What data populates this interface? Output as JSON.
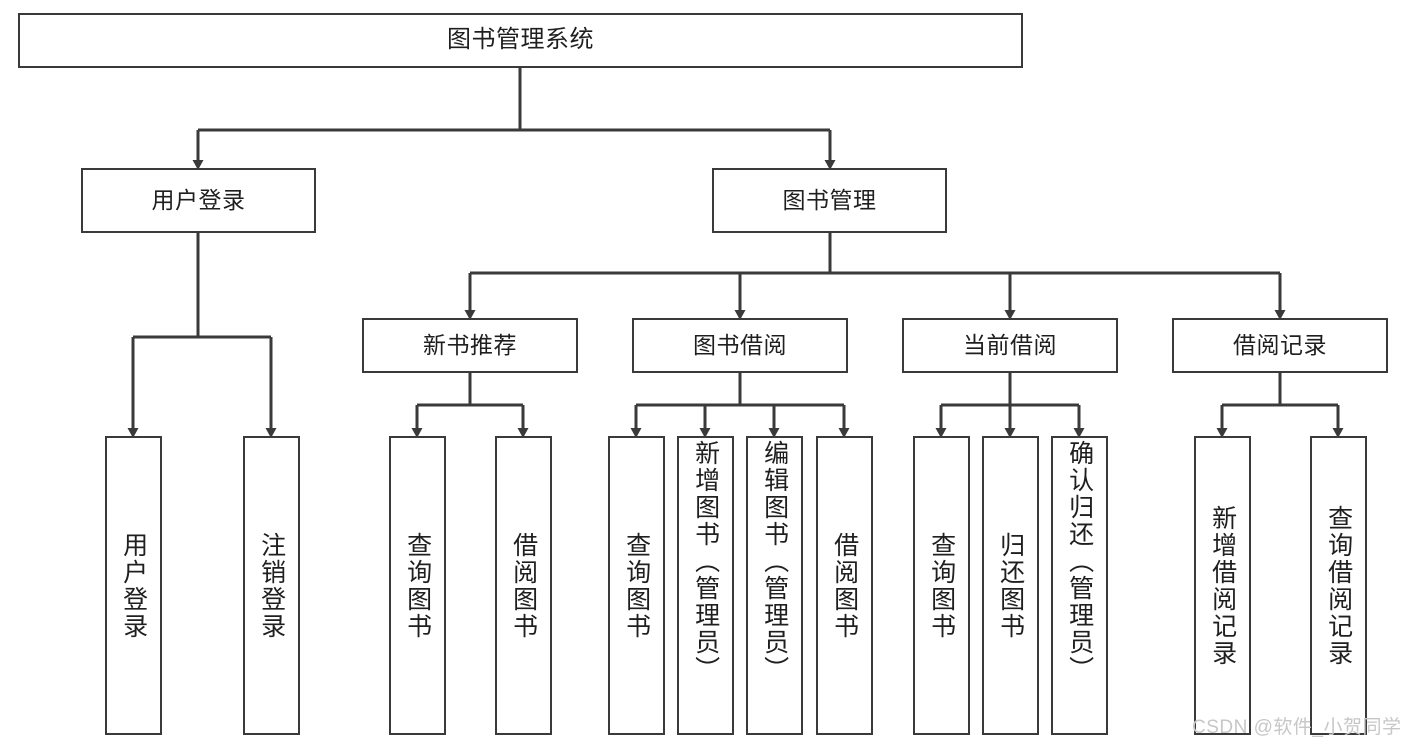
{
  "diagram": {
    "title": "图书管理系统",
    "type": "功能结构图",
    "stroke_color": "#3a3a3a",
    "fill_color": "#ffffff",
    "text_color": "#1f1f1f"
  },
  "root": {
    "label": "图书管理系统"
  },
  "level1": [
    {
      "label": "用户登录"
    },
    {
      "label": "图书管理"
    }
  ],
  "level2": [
    {
      "label": "新书推荐"
    },
    {
      "label": "图书借阅"
    },
    {
      "label": "当前借阅"
    },
    {
      "label": "借阅记录"
    }
  ],
  "leaves": {
    "user_login": [
      {
        "label": "用户登录"
      },
      {
        "label": "注销登录"
      }
    ],
    "new_book": [
      {
        "label": "查询图书"
      },
      {
        "label": "借阅图书"
      }
    ],
    "borrow_book": [
      {
        "label": "查询图书"
      },
      {
        "label": "新增图书（管理员）"
      },
      {
        "label": "编辑图书（管理员）"
      },
      {
        "label": "借阅图书"
      }
    ],
    "current_borrow": [
      {
        "label": "查询图书"
      },
      {
        "label": "归还图书"
      },
      {
        "label": "确认归还（管理员）"
      }
    ],
    "borrow_record": [
      {
        "label": "新增借阅记录"
      },
      {
        "label": "查询借阅记录"
      }
    ]
  },
  "watermark": {
    "text": "CSDN @软件_小贺同学"
  }
}
